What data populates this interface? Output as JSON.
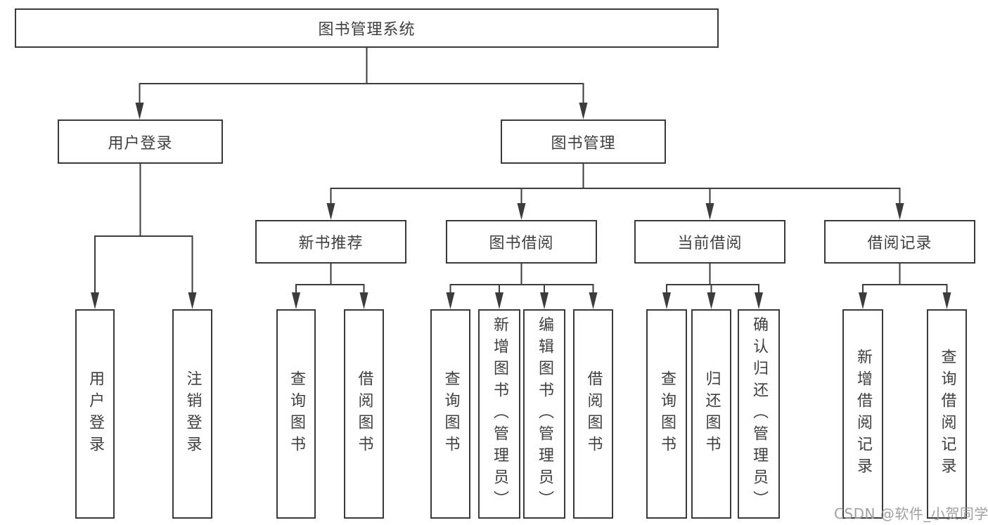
{
  "colors": {
    "box_border": "#3a3a3a",
    "connector_line": "#3c3c3c",
    "text": "#3f3f3f",
    "background": "#ffffff",
    "watermark": "#9b9b9b"
  },
  "diagram": {
    "root": {
      "label": "图书管理系统"
    },
    "level2": [
      {
        "id": "user-login",
        "label": "用户登录"
      },
      {
        "id": "book-management",
        "label": "图书管理"
      }
    ],
    "level3": [
      {
        "id": "new-book-recommend",
        "label": "新书推荐",
        "parent": "图书管理"
      },
      {
        "id": "book-borrow",
        "label": "图书借阅",
        "parent": "图书管理"
      },
      {
        "id": "current-borrow",
        "label": "当前借阅",
        "parent": "图书管理"
      },
      {
        "id": "borrow-records",
        "label": "借阅记录",
        "parent": "图书管理"
      }
    ],
    "leaves": [
      {
        "id": "leaf-user-login",
        "label": "用户登录",
        "parent": "用户登录"
      },
      {
        "id": "leaf-logout",
        "label": "注销登录",
        "parent": "用户登录"
      },
      {
        "id": "leaf-query-books-1",
        "label": "查询图书",
        "parent": "新书推荐"
      },
      {
        "id": "leaf-borrow-books-1",
        "label": "借阅图书",
        "parent": "新书推荐"
      },
      {
        "id": "leaf-query-books-2",
        "label": "查询图书",
        "parent": "图书借阅"
      },
      {
        "id": "leaf-add-books-admin",
        "label": "新增图书（管理员）",
        "parent": "图书借阅"
      },
      {
        "id": "leaf-edit-books-admin",
        "label": "编辑图书（管理员）",
        "parent": "图书借阅"
      },
      {
        "id": "leaf-borrow-books-2",
        "label": "借阅图书",
        "parent": "图书借阅"
      },
      {
        "id": "leaf-query-books-3",
        "label": "查询图书",
        "parent": "当前借阅"
      },
      {
        "id": "leaf-return-books",
        "label": "归还图书",
        "parent": "当前借阅"
      },
      {
        "id": "leaf-confirm-return-admin",
        "label": "确认归还（管理员）",
        "parent": "当前借阅"
      },
      {
        "id": "leaf-add-borrow-record",
        "label": "新增借阅记录",
        "parent": "借阅记录"
      },
      {
        "id": "leaf-query-borrow-record",
        "label": "查询借阅记录",
        "parent": "借阅记录"
      }
    ]
  },
  "watermark": {
    "text": "CSDN @软件_小贺同学"
  }
}
